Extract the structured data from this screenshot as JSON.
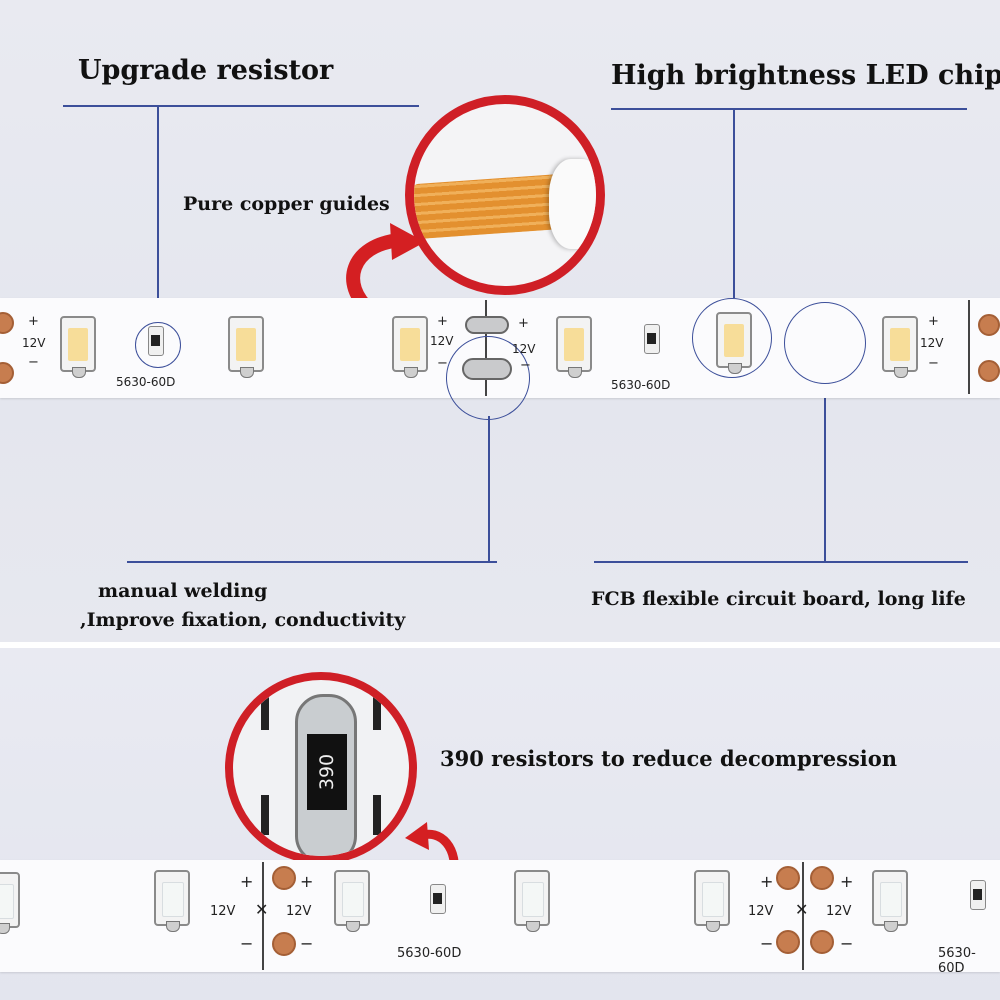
{
  "labels": {
    "upgrade_resistor": "Upgrade resistor",
    "high_brightness": "High brightness LED chip",
    "pure_copper": "Pure copper guides",
    "manual_welding_1": "manual welding",
    "manual_welding_2": ",Improve fixation, conductivity",
    "fcb": "FCB flexible circuit board, long life",
    "resistors_390": "390 resistors to reduce decompression"
  },
  "strip_markings": {
    "plus": "+",
    "minus": "−",
    "voltage": "12V",
    "code": "5630-60D",
    "cut": "✕",
    "resistor_value": "390"
  },
  "colors": {
    "callout_line": "#3c4f9a",
    "zoom_ring": "#cf1f26",
    "warm_led": "#f7dd99",
    "copper": "#c77d4f"
  }
}
